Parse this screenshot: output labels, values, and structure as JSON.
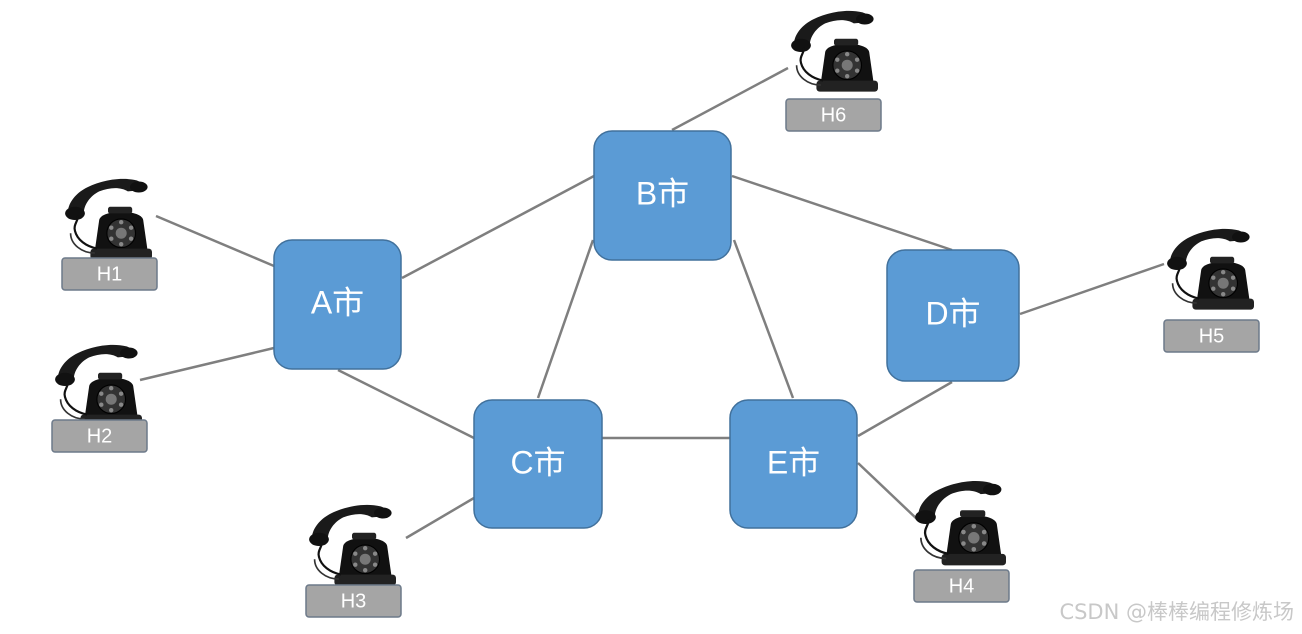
{
  "diagram": {
    "nodes": {
      "A": "A市",
      "B": "B市",
      "C": "C市",
      "D": "D市",
      "E": "E市"
    },
    "hosts": {
      "H1": "H1",
      "H2": "H2",
      "H3": "H3",
      "H4": "H4",
      "H5": "H5",
      "H6": "H6"
    },
    "icons": {
      "host": "telephone-icon"
    },
    "edges": [
      [
        "A",
        "B"
      ],
      [
        "A",
        "C"
      ],
      [
        "B",
        "C"
      ],
      [
        "B",
        "E"
      ],
      [
        "B",
        "D"
      ],
      [
        "C",
        "E"
      ],
      [
        "D",
        "E"
      ],
      [
        "H1",
        "A"
      ],
      [
        "H2",
        "A"
      ],
      [
        "H3",
        "C"
      ],
      [
        "H4",
        "E"
      ],
      [
        "H5",
        "D"
      ],
      [
        "H6",
        "B"
      ]
    ],
    "colors": {
      "node_fill": "#5b9bd5",
      "host_label_fill": "#a5a5a5",
      "link": "#7f7f7f"
    }
  },
  "watermark": "CSDN @棒棒编程修炼场"
}
